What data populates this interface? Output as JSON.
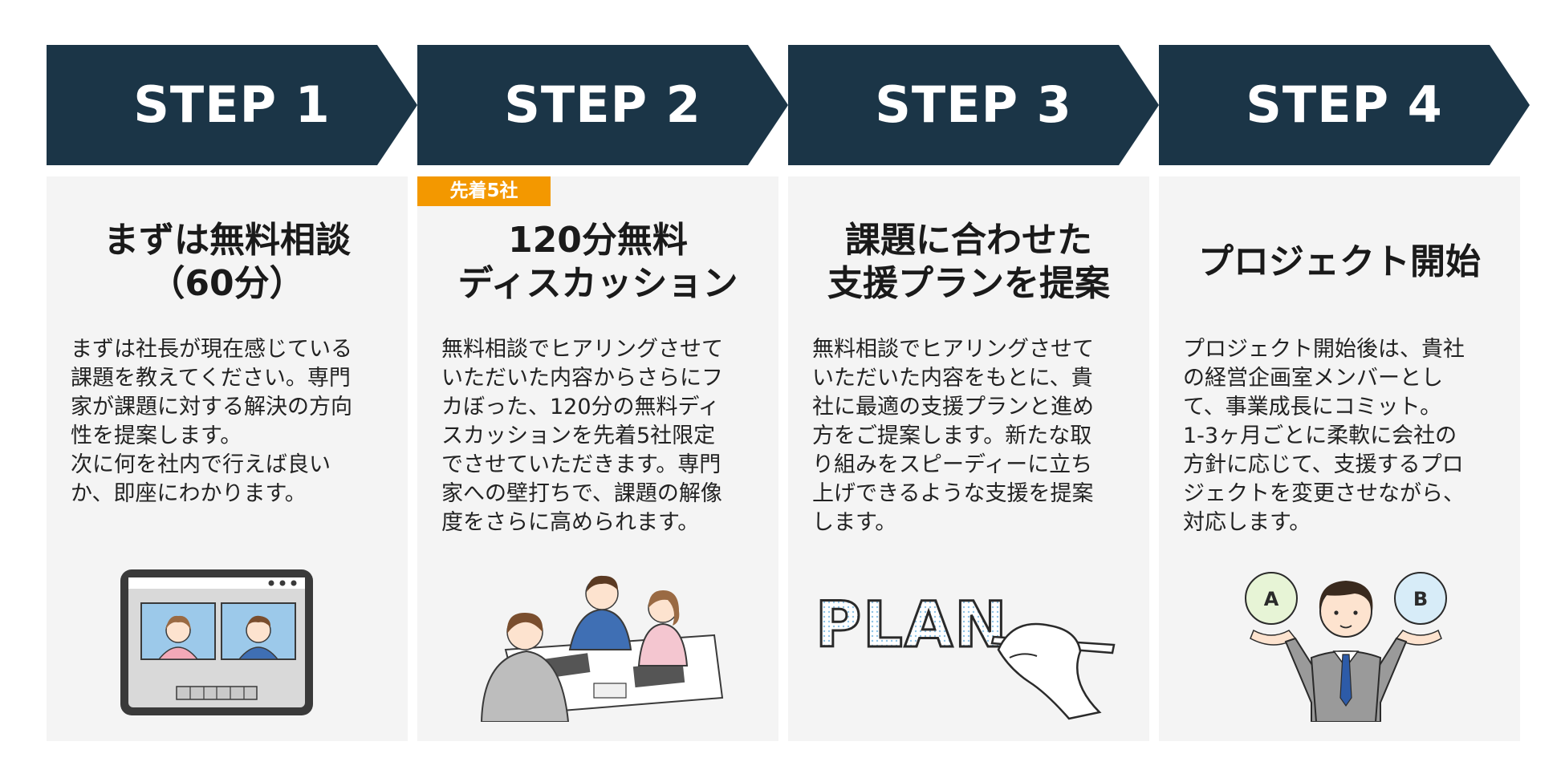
{
  "colors": {
    "step_header": "#1b3547",
    "card_background": "#f4f4f4",
    "badge": "#f39800",
    "text": "#1a1a1a"
  },
  "steps": [
    {
      "label": "STEP 1",
      "badge": "",
      "heading": "まずは無料相談\n（60分）",
      "body": "まずは社長が現在感じている\n課題を教えてください。専門\n家が課題に対する解決の方向\n性を提案します。\n次に何を社内で行えば良い\nか、即座にわかります。",
      "illustration": "video-call-tablet-icon"
    },
    {
      "label": "STEP 2",
      "badge": "先着5社",
      "heading": "120分無料\nディスカッション",
      "body": "無料相談でヒアリングさせて\nいただいた内容からさらにフ\nカぼった、120分の無料ディ\nスカッションを先着5社限定\nでさせていただきます。専門\n家への壁打ちで、課題の解像\n度をさらに高められます。",
      "illustration": "team-meeting-icon"
    },
    {
      "label": "STEP 3",
      "badge": "",
      "heading": "課題に合わせた\n支援プランを提案",
      "body": "無料相談でヒアリングさせて\nいただいた内容をもとに、貴\n社に最適の支援プランと進め\n方をご提案します。新たな取\nり組みをスピーディーに立ち\n上げできるような支援を提案\nします。",
      "illustration": "plan-writing-icon",
      "illustration_text": "PLAN"
    },
    {
      "label": "STEP 4",
      "badge": "",
      "heading": "プロジェクト開始",
      "body": "プロジェクト開始後は、貴社\nの経営企画室メンバーとし\nて、事業成長にコミット。\n1-3ヶ月ごとに柔軟に会社の\n方針に応じて、支援するプロ\nジェクトを変更させながら、\n対応します。",
      "illustration": "businessman-choice-icon",
      "illustration_labels": [
        "A",
        "B"
      ]
    }
  ]
}
